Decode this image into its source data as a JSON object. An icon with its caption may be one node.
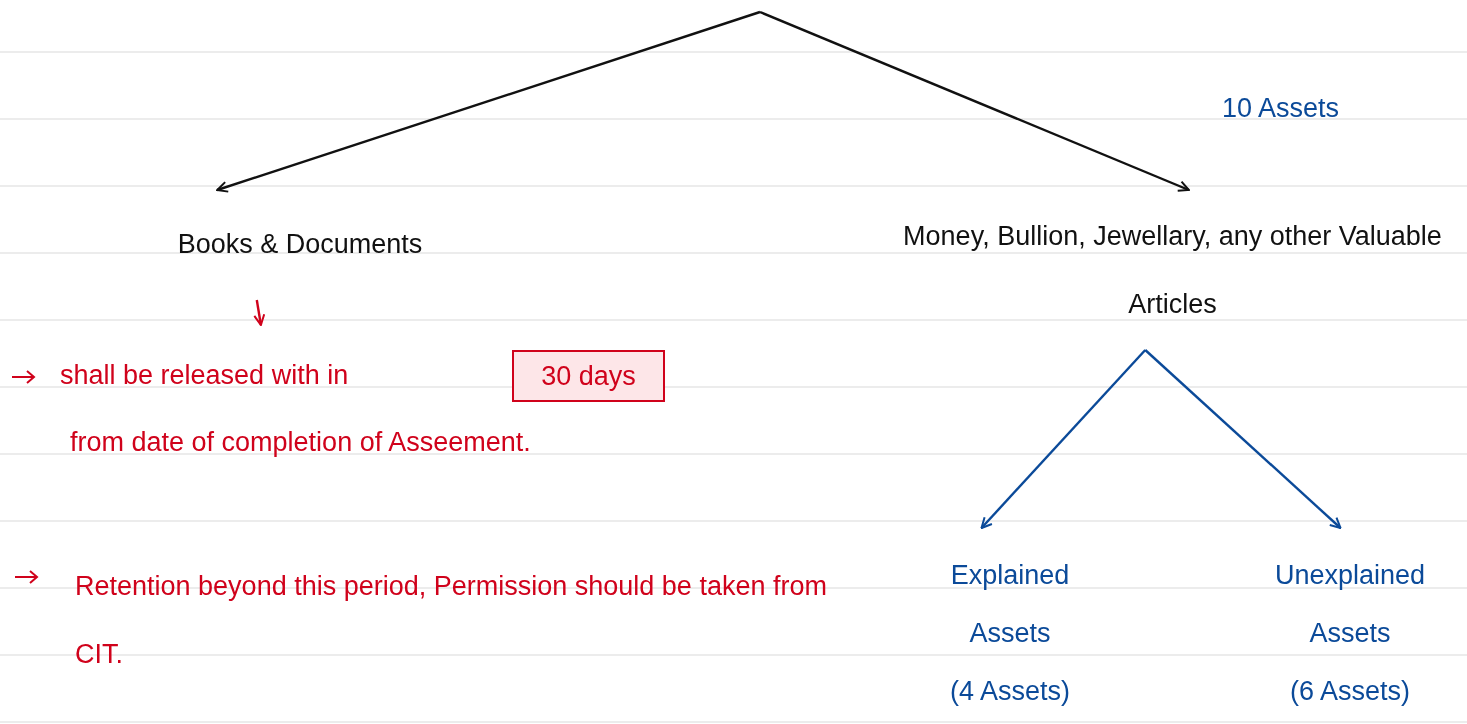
{
  "diagram": {
    "nodes": [
      {
        "text": [
          "Books & Documents"
        ]
      },
      {
        "text": [
          "Money, Bullion, Jewellary, any other Valuable Articles"
        ]
      },
      {
        "text": [
          "Explained Assets",
          "(4 Assets)"
        ]
      },
      {
        "text": [
          "Unexplained Assets",
          "(6 Assets)"
        ]
      },
      {
        "text": [
          "shall be released with in",
          "from date of completion of Asseement."
        ]
      },
      {
        "text": [
          "30 days"
        ],
        "in": 4
      }
    ],
    "edges": [
      {
        "from": null,
        "to": 0,
        "arrow": "to"
      },
      {
        "from": null,
        "to": 1,
        "arrow": "to"
      },
      {
        "from": 1,
        "to": 2,
        "arrow": "to",
        "color": "#0b4a99"
      },
      {
        "from": 1,
        "to": 3,
        "arrow": "to",
        "color": "#0b4a99"
      },
      {
        "from": 0,
        "to": 4,
        "arrow": "to",
        "color": "#d0021b"
      }
    ],
    "labels": [
      "10 Assets",
      "Retention beyond this period, Permission should be taken from CIT."
    ]
  }
}
